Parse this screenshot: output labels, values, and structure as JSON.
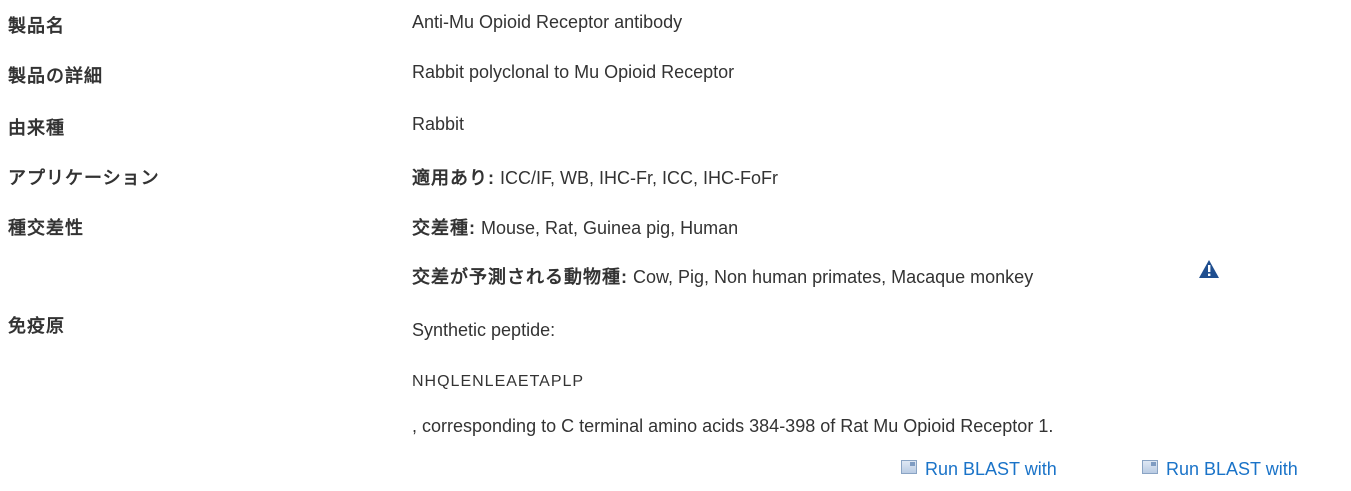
{
  "rows": {
    "product_name": {
      "label": "製品名",
      "value": "Anti-Mu Opioid Receptor antibody"
    },
    "description": {
      "label": "製品の詳細",
      "value": "Rabbit polyclonal to Mu Opioid Receptor"
    },
    "host": {
      "label": "由来種",
      "value": "Rabbit"
    },
    "applications": {
      "label": "アプリケーション",
      "prefix": "適用あり:",
      "value": " ICC/IF, WB, IHC-Fr, ICC, IHC-FoFr"
    },
    "reactivity": {
      "label": "種交差性",
      "prefix": "交差種:",
      "value": " Mouse, Rat, Guinea pig, Human",
      "predicted_prefix": "交差が予測される動物種:",
      "predicted_value": " Cow, Pig, Non human primates, Macaque monkey"
    },
    "immunogen": {
      "label": "免疫原",
      "line1": "Synthetic peptide:",
      "sequence": "NHQLENLEAETAPLP",
      "line3": ", corresponding to C terminal amino acids 384-398 of Rat Mu Opioid Receptor 1."
    }
  },
  "links": {
    "blast1": "Run BLAST with",
    "blast2": "Run BLAST with"
  },
  "icons": {
    "warning": "warning-triangle-icon",
    "blast": "external-link-icon"
  },
  "colors": {
    "link": "#1a73c8",
    "warning": "#1f4e8f"
  }
}
